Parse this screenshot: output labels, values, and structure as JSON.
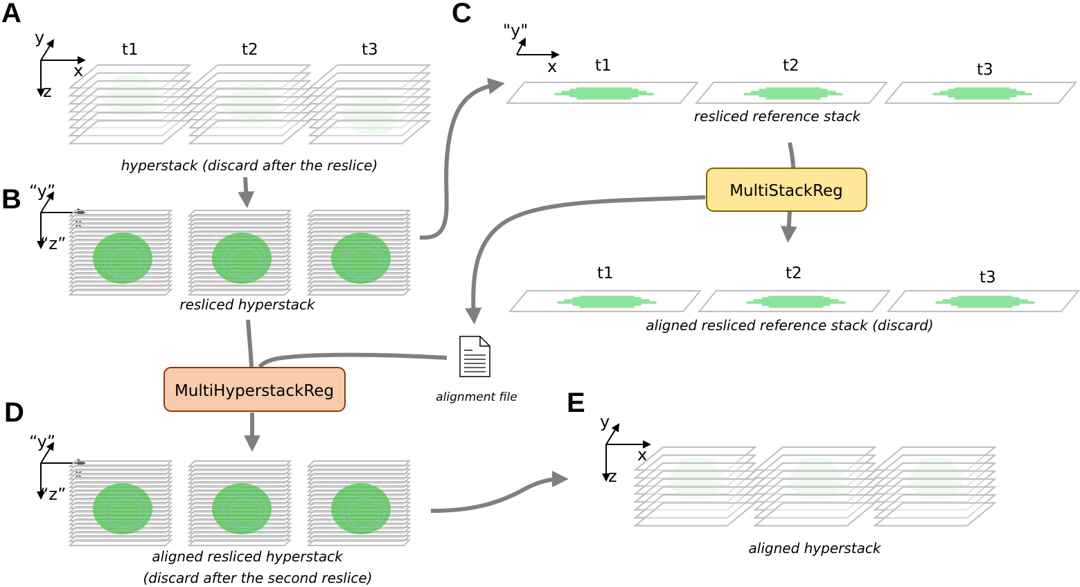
{
  "title": "Registration workflow for hyperstacks using MultiStackReg and MultiHyperstackReg",
  "colors": {
    "slice_stroke": "#bdbdbd",
    "arrow": "#7f7f7f",
    "blob_light": "#c8f0c8",
    "blob_dark": "#4ec24e",
    "ref_line": "#8de39a",
    "multistackreg_fill": "#ffe699",
    "multistackreg_stroke": "#7f6000",
    "multihyperstackreg_fill": "#f8cbad",
    "multihyperstackreg_stroke": "#843c0c"
  },
  "panels": {
    "A": {
      "letter": "A",
      "axes": {
        "up": "y",
        "right": "x",
        "down": "z"
      },
      "timepoints": [
        "t1",
        "t2",
        "t3"
      ],
      "caption": "hyperstack (discard after the reslice)"
    },
    "B": {
      "letter": "B",
      "axes": {
        "up": "“y”",
        "right": "x",
        "down": "“z”"
      },
      "caption": "resliced hyperstack"
    },
    "C": {
      "letter": "C",
      "axes": {
        "up": "\"y\"",
        "right": "x"
      },
      "timepoints": [
        "t1",
        "t2",
        "t3"
      ],
      "caption": "resliced reference stack",
      "aligned_timepoints": [
        "t1",
        "t2",
        "t3"
      ],
      "aligned_caption": "aligned resliced reference stack (discard)"
    },
    "D": {
      "letter": "D",
      "axes": {
        "up": "“y”",
        "right": "x",
        "down": "“z”"
      },
      "caption_line1": "aligned resliced hyperstack",
      "caption_line2": "(discard after the second reslice)"
    },
    "E": {
      "letter": "E",
      "axes": {
        "up": "y",
        "right": "x",
        "down": "z"
      },
      "caption": "aligned hyperstack"
    }
  },
  "processes": {
    "multistackreg": {
      "label": "MultiStackReg"
    },
    "multihyperstackreg": {
      "label": "MultiHyperstackReg"
    }
  },
  "alignment_file": {
    "label": "alignment file",
    "icon": "document-icon"
  }
}
